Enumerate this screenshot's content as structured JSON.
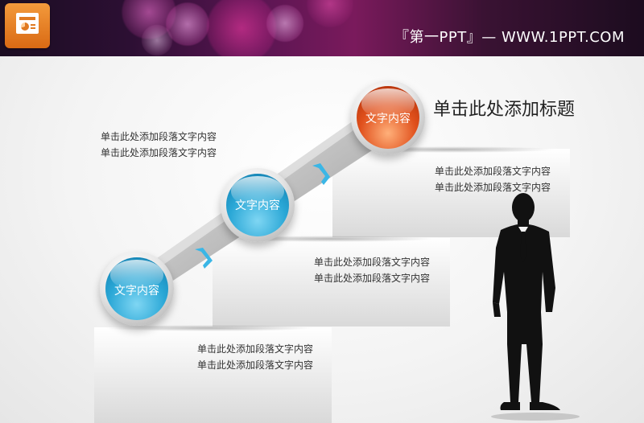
{
  "header": {
    "site_text": "『第一PPT』— WWW.1PPT.COM",
    "icon": "powerpoint-icon"
  },
  "title": "单击此处添加标题",
  "steps": [
    {
      "label": "文字内容",
      "color": "#2aa7d6"
    },
    {
      "label": "文字内容",
      "color": "#2aa7d6"
    },
    {
      "label": "文字内容",
      "color": "#e0501c"
    }
  ],
  "paragraphs": {
    "top_left": [
      "单击此处添加段落文字内容",
      "单击此处添加段落文字内容"
    ],
    "step3": [
      "单击此处添加段落文字内容",
      "单击此处添加段落文字内容"
    ],
    "step2": [
      "单击此处添加段落文字内容",
      "单击此处添加段落文字内容"
    ],
    "step1": [
      "单击此处添加段落文字内容",
      "单击此处添加段落文字内容"
    ]
  },
  "colors": {
    "blue": "#2aa7d6",
    "orange": "#e0501c",
    "chevron": "#3ab6e6"
  },
  "figure": "businessman-silhouette"
}
